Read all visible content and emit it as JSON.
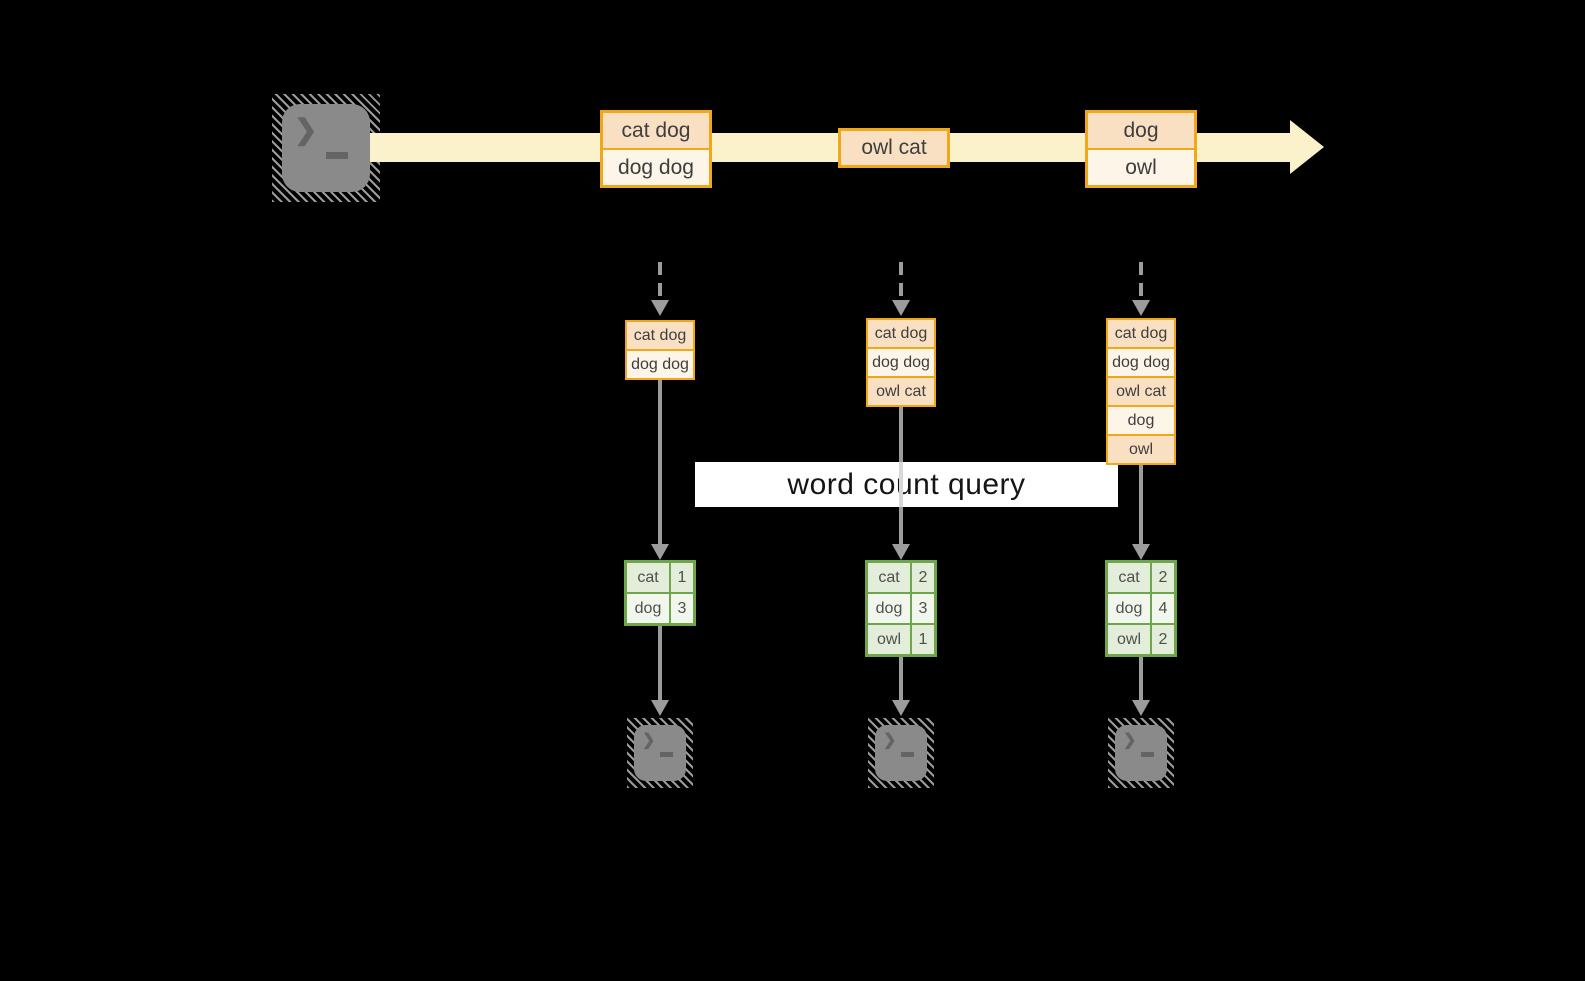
{
  "diagram": {
    "query_label": "word count query",
    "stream_events": [
      {
        "rows": [
          "cat dog",
          "dog dog"
        ]
      },
      {
        "rows": [
          "owl cat"
        ]
      },
      {
        "rows": [
          "dog",
          "owl"
        ]
      }
    ],
    "columns": [
      {
        "buffer_rows": [
          "cat dog",
          "dog dog"
        ],
        "count_rows": [
          {
            "word": "cat",
            "count": "1"
          },
          {
            "word": "dog",
            "count": "3"
          }
        ]
      },
      {
        "buffer_rows": [
          "cat dog",
          "dog dog",
          "owl cat"
        ],
        "count_rows": [
          {
            "word": "cat",
            "count": "2"
          },
          {
            "word": "dog",
            "count": "3"
          },
          {
            "word": "owl",
            "count": "1"
          }
        ]
      },
      {
        "buffer_rows": [
          "cat dog",
          "dog dog",
          "owl cat",
          "dog",
          "owl"
        ],
        "count_rows": [
          {
            "word": "cat",
            "count": "2"
          },
          {
            "word": "dog",
            "count": "4"
          },
          {
            "word": "owl",
            "count": "2"
          }
        ]
      }
    ],
    "icons": {
      "source": "terminal-icon",
      "sinks": [
        "terminal-icon",
        "terminal-icon",
        "terminal-icon"
      ]
    },
    "colors": {
      "background": "#000000",
      "stream_band": "#FBF1CB",
      "amber_border": "#F0A818",
      "peach_fill": "#FAE0C3",
      "cream_fill": "#FDF5E7",
      "green_border": "#6FA64C",
      "green_fill_a": "#E3EEDA",
      "green_fill_b": "#F1F7EC",
      "arrow_gray": "#9C9C9C",
      "terminal_gray": "#8A8A8A",
      "text_dark": "#3E3E3E",
      "query_text": "#151515"
    }
  }
}
